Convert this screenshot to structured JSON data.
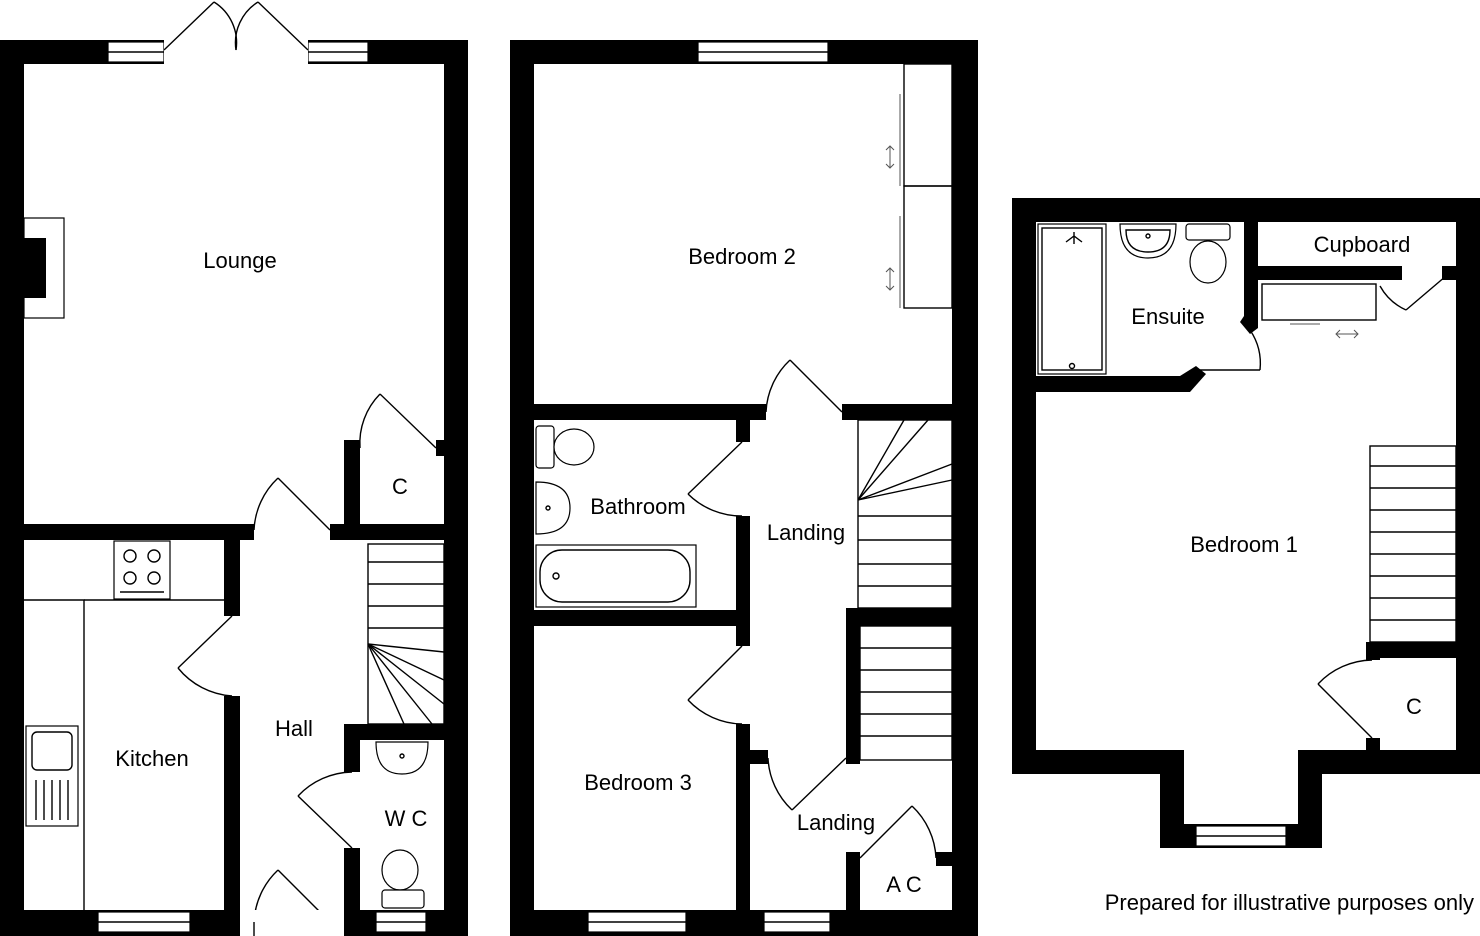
{
  "ground_floor": {
    "rooms": {
      "lounge": "Lounge",
      "cupboard": "C",
      "kitchen": "Kitchen",
      "hall": "Hall",
      "wc": "W C"
    }
  },
  "first_floor": {
    "rooms": {
      "bedroom_2": "Bedroom 2",
      "bathroom": "Bathroom",
      "landing_upper": "Landing",
      "bedroom_3": "Bedroom 3",
      "landing_lower": "Landing",
      "airing_cupboard": "A C"
    }
  },
  "second_floor": {
    "rooms": {
      "ensuite": "Ensuite",
      "cupboard": "Cupboard",
      "bedroom_1": "Bedroom 1",
      "cupboard_small": "C"
    }
  },
  "disclaimer": "Prepared for illustrative purposes only",
  "colors": {
    "wall": "#000000",
    "background": "#ffffff"
  }
}
